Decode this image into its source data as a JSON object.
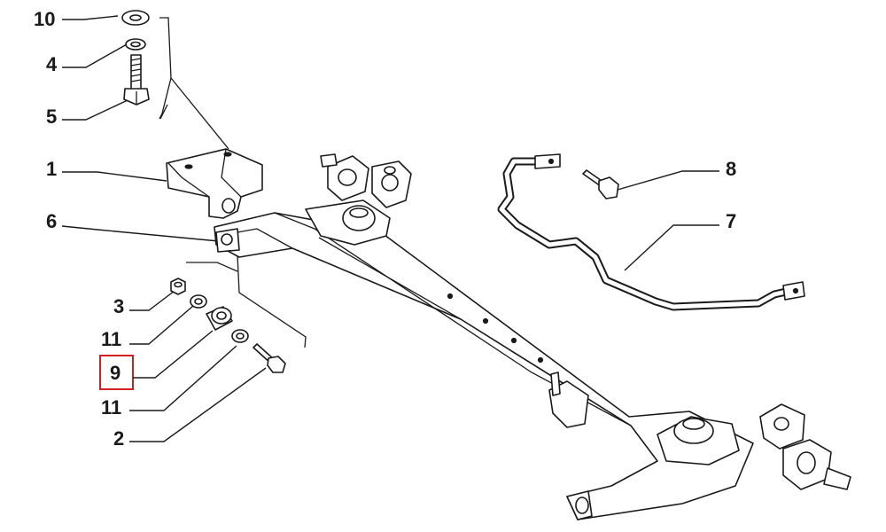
{
  "callouts": {
    "c10": "10",
    "c4": "4",
    "c5": "5",
    "c1": "1",
    "c6": "6",
    "c3": "3",
    "c11a": "11",
    "c9": "9",
    "c11b": "11",
    "c2": "2",
    "c8": "8",
    "c7": "7"
  },
  "highlight": {
    "callout": "9",
    "color": "#d21f1f"
  },
  "colors": {
    "ink": "#1a1a1a",
    "background": "#ffffff"
  }
}
